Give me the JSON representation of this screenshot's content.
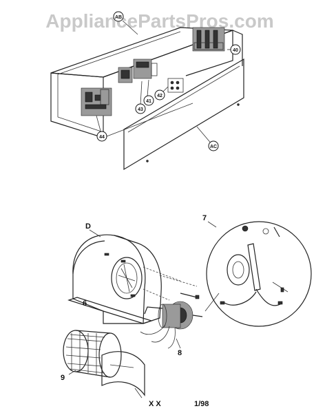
{
  "watermark": "AppliancePartsPros.com",
  "callouts": {
    "ab": "AB",
    "ac": "AC",
    "c40": "40",
    "c41": "41",
    "c42": "42",
    "c43": "43",
    "c44": "44"
  },
  "labels": {
    "d": "D",
    "seven": "7",
    "six": "6",
    "eight": "8",
    "nine": "9",
    "xx": "X X",
    "date": "1/98"
  }
}
